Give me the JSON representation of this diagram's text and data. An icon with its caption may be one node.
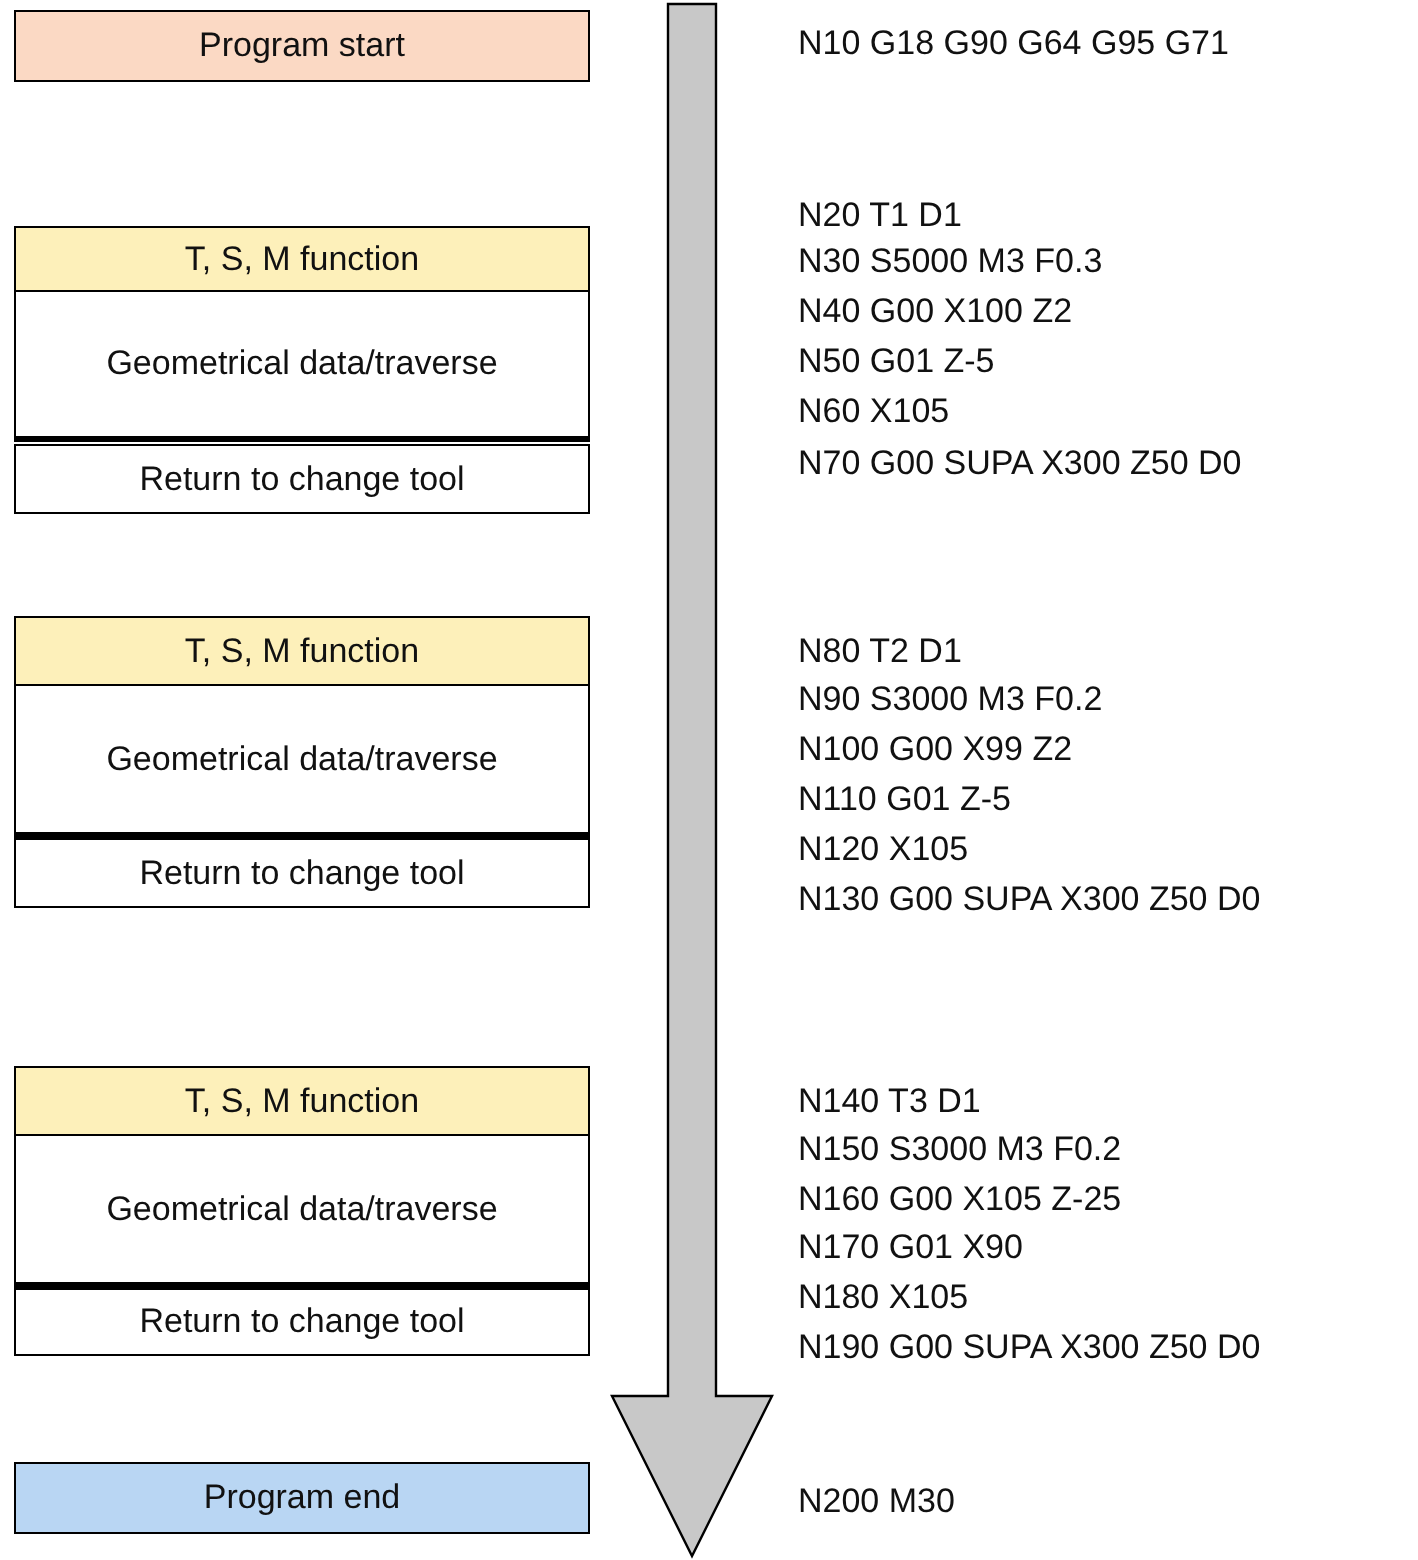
{
  "diagram": {
    "nodes": [
      {
        "text": [
          "Program start"
        ]
      },
      {
        "text": [
          "T, S, M function"
        ]
      },
      {
        "text": [
          "Geometrical data/traverse"
        ]
      },
      {
        "text": [
          "Return to change tool"
        ]
      },
      {
        "text": [
          "T, S, M function"
        ]
      },
      {
        "text": [
          "Geometrical data/traverse"
        ]
      },
      {
        "text": [
          "Return to change tool"
        ]
      },
      {
        "text": [
          "T, S, M function"
        ]
      },
      {
        "text": [
          "Geometrical data/traverse"
        ]
      },
      {
        "text": [
          "Return to change tool"
        ]
      },
      {
        "text": [
          "Program end"
        ]
      }
    ],
    "labels": [
      "N10 G18 G90 G64 G95 G71",
      "N20 T1 D1",
      "N30 S5000 M3 F0.3",
      "N40 G00 X100 Z2",
      "N50 G01 Z-5",
      "N60 X105",
      "N70 G00 SUPA X300 Z50 D0",
      "N80 T2 D1",
      "N90 S3000 M3 F0.2",
      "N100 G00 X99 Z2",
      "N110 G01 Z-5",
      "N120 X105",
      "N130 G00 SUPA X300 Z50 D0",
      "N140 T3 D1",
      "N150 S3000 M3 F0.2",
      "N160 G00 X105 Z-25",
      "N170 G01 X90",
      "N180 X105",
      "N190 G00 SUPA X300 Z50 D0",
      "N200 M30"
    ]
  }
}
